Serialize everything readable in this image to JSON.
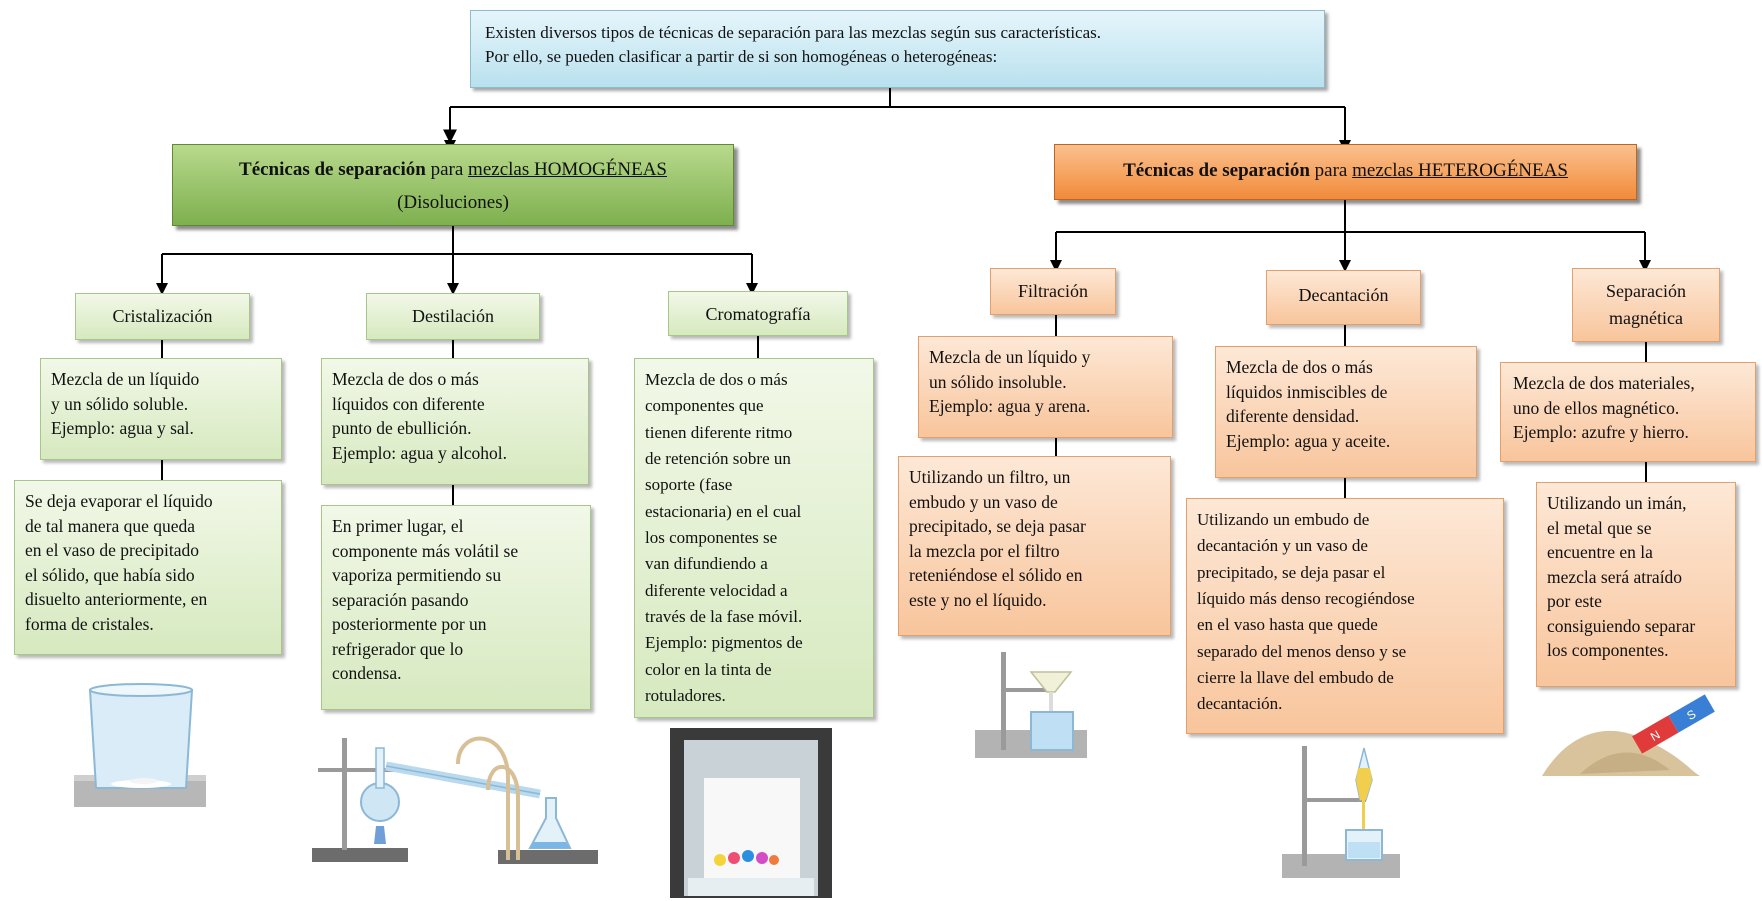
{
  "intro": {
    "line1": "Existen diversos tipos de técnicas de separación para las mezclas según sus características.",
    "line2": "Por ello, se pueden clasificar a partir de si son homogéneas o heterogéneas:"
  },
  "homogeneas": {
    "title_bold": "Técnicas de separación",
    "title_para": " para ",
    "title_link": "mezclas HOMOGÉNEAS",
    "subtitle": "(Disoluciones)",
    "techniques": [
      {
        "name": "Cristalización",
        "description": [
          "Mezcla de un líquido",
          "y un sólido soluble.",
          "Ejemplo: agua y sal."
        ],
        "procedure": [
          "Se deja evaporar el líquido",
          "de tal manera que queda",
          "en el vaso de precipitado",
          "el sólido, que había sido",
          "disuelto anteriormente, en",
          "forma de cristales."
        ]
      },
      {
        "name": "Destilación",
        "description": [
          "Mezcla de dos o más",
          "líquidos con diferente",
          "punto de ebullición.",
          "Ejemplo: agua y alcohol."
        ],
        "procedure": [
          "En primer lugar, el",
          "componente más volátil se",
          "vaporiza permitiendo su",
          "separación pasando",
          "posteriormente por un",
          "refrigerador que lo",
          "condensa."
        ]
      },
      {
        "name": "Cromatografía",
        "description": [
          "Mezcla de dos o más",
          "componentes que",
          "tienen diferente ritmo",
          "de retención sobre un",
          "soporte (fase",
          "estacionaria) en el cual",
          "los componentes se",
          "van difundiendo a",
          "diferente velocidad a",
          "través de la fase móvil.",
          "Ejemplo: pigmentos de",
          "color en la tinta de",
          "rotuladores."
        ]
      }
    ]
  },
  "heterogeneas": {
    "title_bold": "Técnicas de separación",
    "title_para": " para ",
    "title_link": "mezclas HETEROGÉNEAS",
    "techniques": [
      {
        "name": "Filtración",
        "description": [
          "Mezcla de un líquido y",
          "un sólido insoluble.",
          "Ejemplo: agua y arena."
        ],
        "procedure": [
          "Utilizando un filtro, un",
          "embudo y un vaso de",
          "precipitado, se deja pasar",
          "la mezcla por el filtro",
          "reteniéndose el sólido en",
          "este y no el líquido."
        ]
      },
      {
        "name": "Decantación",
        "description": [
          "Mezcla de dos o más",
          "líquidos inmiscibles de",
          "diferente densidad.",
          "Ejemplo: agua y aceite."
        ],
        "procedure": [
          "Utilizando un embudo de",
          "decantación y un vaso de",
          "precipitado, se deja pasar el",
          "líquido más denso recogiéndose",
          "en el vaso hasta que quede",
          "separado del menos denso y se",
          "cierre la llave del embudo de",
          "decantación."
        ]
      },
      {
        "name": "Separación magnética",
        "name_lines": [
          "Separación",
          "magnética"
        ],
        "description": [
          "Mezcla de dos materiales,",
          "uno de ellos magnético.",
          "Ejemplo: azufre y hierro."
        ],
        "procedure": [
          "Utilizando un imán,",
          "el metal que se",
          "encuentre en la",
          "mezcla será atraído",
          "por este",
          "consiguiendo separar",
          "los componentes."
        ]
      }
    ]
  },
  "illustration_labels": {
    "magnet_n": "N",
    "magnet_s": "S"
  },
  "colors": {
    "homogeneous_accent": "#7eb04f",
    "heterogeneous_accent": "#f18b3a",
    "intro_bg": "#b9e1ee"
  }
}
